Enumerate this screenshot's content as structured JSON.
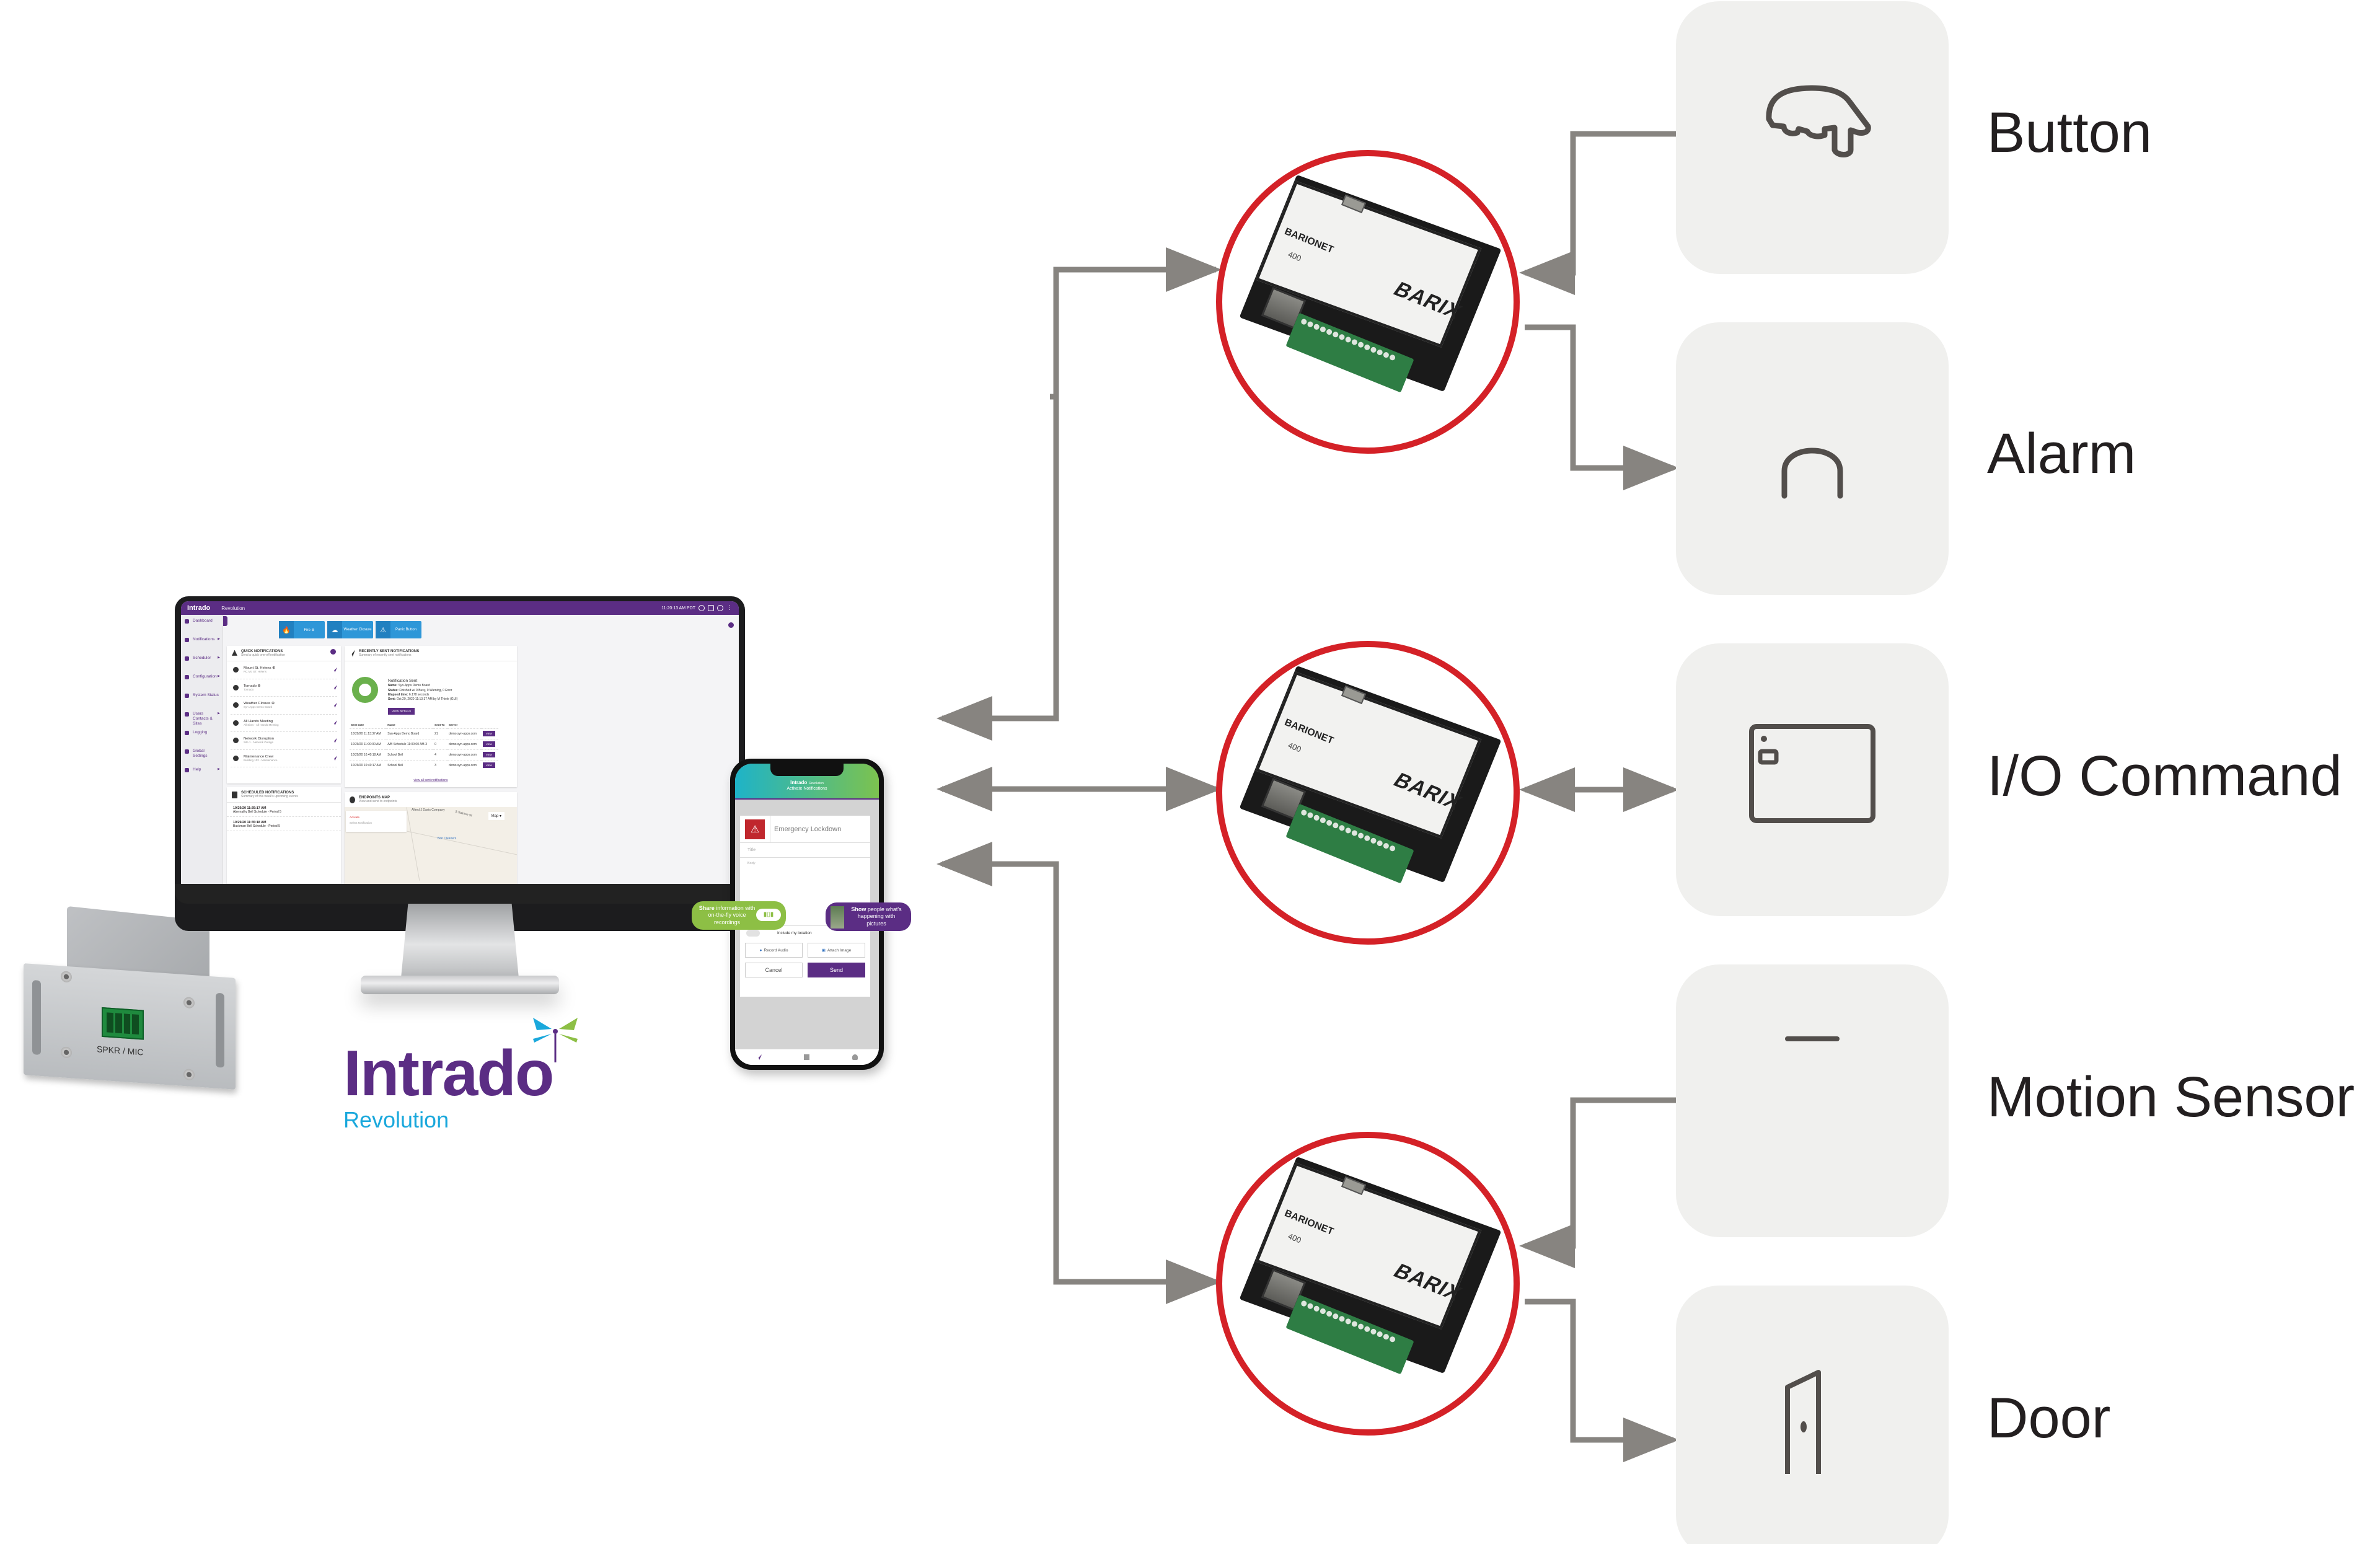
{
  "diagram": {
    "title": "",
    "connector_color": "#878480",
    "device_ring_color": "#d42127",
    "tile_color": "#f0f0ee",
    "brand_purple": "#5b2d84",
    "brand_blue": "#1aa8dc",
    "brand_green": "#8dbf45"
  },
  "logo": {
    "wordmark": "Intrado",
    "product": "Revolution"
  },
  "speaker": {
    "port_label": "SPKR / MIC"
  },
  "dashboard": {
    "brand": "Intrado",
    "product": "Revolution",
    "clock": "11:20:13 AM PDT",
    "sidebar": [
      {
        "label": "Dashboard",
        "has_submenu": false
      },
      {
        "label": "Notifications",
        "has_submenu": true
      },
      {
        "label": "Scheduler",
        "has_submenu": true
      },
      {
        "label": "Configuration",
        "has_submenu": true
      },
      {
        "label": "System Status",
        "has_submenu": false
      },
      {
        "label": "Users Contacts & Sites",
        "has_submenu": true
      },
      {
        "label": "Logging",
        "has_submenu": false
      },
      {
        "label": "Global Settings",
        "has_submenu": false
      },
      {
        "label": "Help",
        "has_submenu": true
      }
    ],
    "action_tiles": [
      {
        "label": "Fire ⊕",
        "icon": "fire-icon"
      },
      {
        "label": "Weather Closure",
        "icon": "weather-icon"
      },
      {
        "label": "Panic Button",
        "icon": "panic-icon"
      }
    ],
    "quick_notifications": {
      "title": "QUICK NOTIFICATIONS",
      "subtitle": "Send a quick one-off notification",
      "items": [
        {
          "name": "Mount St. Helens ⊕",
          "sub": "RC Mt. ST. Helens"
        },
        {
          "name": "Tornado ⊕",
          "sub": "Tornado"
        },
        {
          "name": "Weather Closure ⊕",
          "sub": "Syn-Apps Demo Board"
        },
        {
          "name": "All Hands Meeting",
          "sub": "All Sites - All Hands Meeting"
        },
        {
          "name": "Network Disruption",
          "sub": "Site 1 - Network Outage"
        },
        {
          "name": "Maintenance Crew",
          "sub": "Building 102 - Maintenance"
        }
      ]
    },
    "recently_sent": {
      "title": "RECENTLY SENT NOTIFICATIONS",
      "subtitle": "Summary of recently sent notifications",
      "detail_heading": "Notification Sent",
      "detail": [
        {
          "key": "Name:",
          "value": "Syn-Apps Demo Board"
        },
        {
          "key": "Status:",
          "value": "Finished w/ 0 Busy, 0 Warning, 0 Error"
        },
        {
          "key": "Elapsed time:",
          "value": "6.178 seconds"
        },
        {
          "key": "Sent:",
          "value": "Oct 29, 2020 11:13:37 AM by M Thiele (GUI)"
        }
      ],
      "view_details_label": "VIEW DETAILS",
      "columns": [
        "Sent Date",
        "Name",
        "Sent To",
        "Server",
        ""
      ],
      "rows": [
        {
          "date": "10/29/20 11:13:37 AM",
          "name": "Syn-Apps Demo Board",
          "sent_to": "21",
          "server": "demo.syn-apps.com"
        },
        {
          "date": "10/29/20 11:00:00 AM",
          "name": "A/B Schedule 11:00:00 AM-3",
          "sent_to": "0",
          "server": "demo.syn-apps.com"
        },
        {
          "date": "10/29/20 10:40:18 AM",
          "name": "School Bell",
          "sent_to": "4",
          "server": "demo.syn-apps.com"
        },
        {
          "date": "10/29/20 10:40:17 AM",
          "name": "School Bell",
          "sent_to": "3",
          "server": "demo.syn-apps.com"
        }
      ],
      "view_label": "VIEW",
      "view_all_label": "view all sent notifications"
    },
    "scheduled": {
      "title": "SCHEDULED NOTIFICATIONS",
      "subtitle": "Summary of this week's upcoming events",
      "items": [
        {
          "time": "10/29/20 11:35:17 AM",
          "name": "Abernathy Bell Schedule - Period 5"
        },
        {
          "time": "10/29/20 11:35:18 AM",
          "name": "Buckman Bell Schedule - Period 5"
        }
      ]
    },
    "endpoints_map": {
      "title": "ENDPOINTS MAP",
      "subtitle": "View and send to endpoints",
      "activate_label": "Activate",
      "select_placeholder": "Select Notification",
      "map_type": "Map",
      "places": [
        "Alfred J Davis Company",
        "S Salmon St",
        "Bon Cleaners"
      ]
    }
  },
  "phone": {
    "brand": "Intrado",
    "product": "Revolution",
    "screen_title": "Activate Notifications",
    "alert_name": "Emergency Lockdown",
    "title_placeholder": "Title",
    "body_placeholder": "Body",
    "location_label": "Include my location",
    "location_enabled": false,
    "record_audio_label": "Record Audio",
    "attach_image_label": "Attach Image",
    "cancel_label": "Cancel",
    "send_label": "Send"
  },
  "callouts": {
    "voice": {
      "strong": "Share",
      "text": " information with on-the-fly voice recordings"
    },
    "pictures": {
      "strong": "Show",
      "text": " people what's happening with pictures"
    }
  },
  "devices": [
    {
      "name": "BARIONET",
      "model": "400",
      "brand": "BARIX"
    },
    {
      "name": "BARIONET",
      "model": "400",
      "brand": "BARIX"
    },
    {
      "name": "BARIONET",
      "model": "400",
      "brand": "BARIX"
    }
  ],
  "endpoints": [
    {
      "label": "Button",
      "icon": "push-button-icon",
      "device": 1,
      "direction": "to-device"
    },
    {
      "label": "Alarm",
      "icon": "alarm-beacon-icon",
      "device": 1,
      "direction": "from-device"
    },
    {
      "label": "I/O Command",
      "icon": "keypad-panel-icon",
      "device": 2,
      "direction": "bidirectional"
    },
    {
      "label": "Motion Sensor",
      "icon": "motion-sensor-icon",
      "device": 3,
      "direction": "to-device"
    },
    {
      "label": "Door",
      "icon": "door-icon",
      "device": 3,
      "direction": "from-device"
    }
  ],
  "links_to_server": [
    {
      "device": 1,
      "direction": "bidirectional"
    },
    {
      "device": 2,
      "direction": "bidirectional"
    },
    {
      "device": 3,
      "direction": "bidirectional"
    }
  ]
}
